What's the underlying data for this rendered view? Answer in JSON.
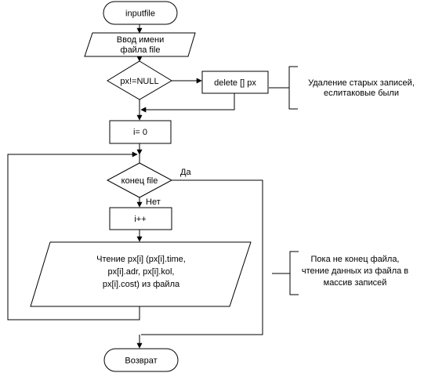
{
  "flowchart": {
    "start": "inputfile",
    "input_name": [
      "Ввод имени",
      "файла file"
    ],
    "decision_null": "px!=NULL",
    "delete_op": "delete [] px",
    "note_delete": [
      "Удаление старых записей,",
      "еслитаковые были"
    ],
    "init": "i= 0",
    "decision_eof": "конец file",
    "yes_label": "Да",
    "no_label": "Нет",
    "increment": "i++",
    "read_data": [
      "Чтение px[i] (px[i].time,",
      "px[i].adr, px[i].kol,",
      "px[i].cost)  из файла"
    ],
    "note_read": [
      "Пока не конец файла,",
      "чтение данных из файла в",
      "массив записей"
    ],
    "end": "Возврат"
  }
}
